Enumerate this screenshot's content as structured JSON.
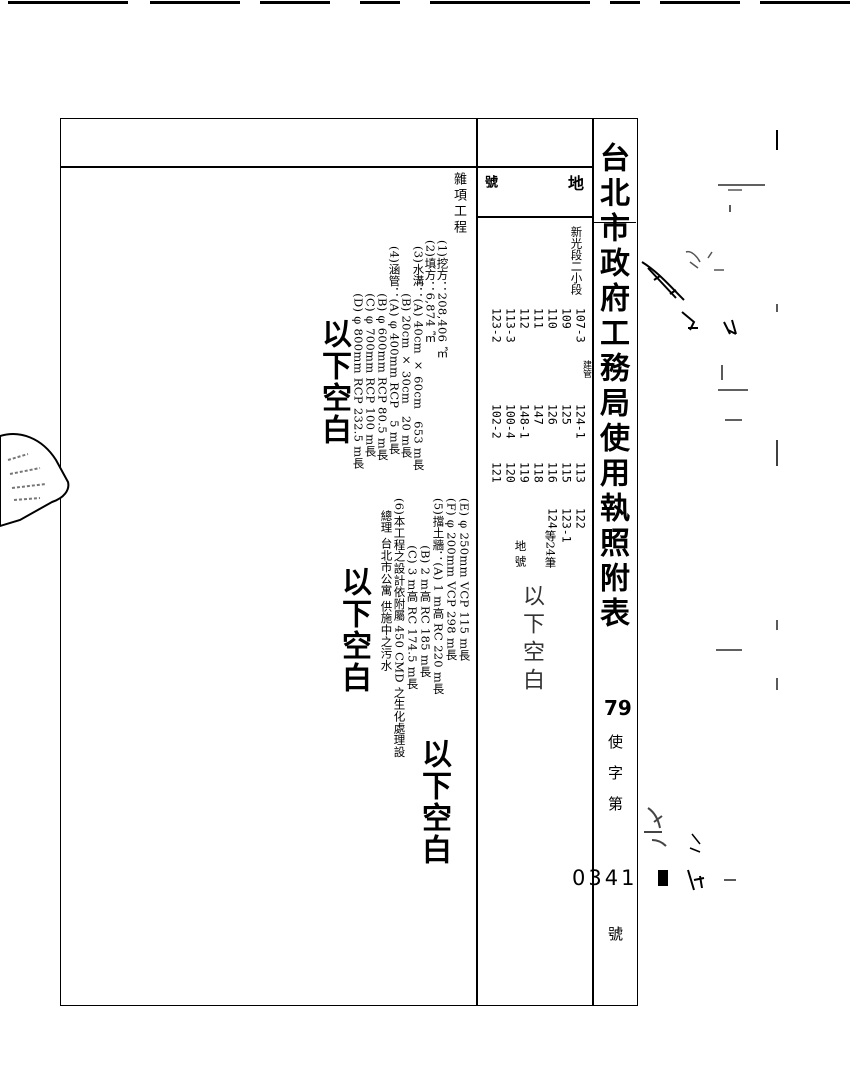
{
  "document": {
    "title": "台北市政府工務局使用執照附表",
    "title_subnote": "建管",
    "number": {
      "year": "79",
      "mid": "使字第",
      "value": "0341",
      "suffix": "號"
    }
  },
  "land": {
    "header": "地",
    "header_sub": "號",
    "section": "新光段二小段",
    "col1": [
      "107-3",
      "109",
      "110",
      "111",
      "112",
      "113-3",
      "123-2"
    ],
    "col2": [
      "124-1",
      "125",
      "126",
      "147",
      "148-1",
      "100-4",
      "102-2"
    ],
    "col3": [
      "113",
      "115",
      "116",
      "118",
      "119",
      "120",
      "121"
    ],
    "col4": [
      "122",
      "123-1",
      "124"
    ],
    "note1": "等24筆",
    "note2": "地  號",
    "handwritten": "以下空白"
  },
  "misc_works": {
    "label": "雜項工程",
    "items": [
      "(1)挖方：208,406 ㎥",
      "(2)填方：6,874 ㎥",
      "(3)水溝：(A) 40cm × 60cm　653 m長",
      "　　　　(B) 20cm × 30cm　20 m長",
      "(4)涵管：(A) φ 400mm RCP　5 m長",
      "　　　　(B) φ 600mm RCP 80.5 m長",
      "　　　　(C) φ 700mm RCP 100 m長",
      "　　　　(D) φ 800mm RCP 232.5 m長"
    ],
    "items_b": [
      "(E) φ 250mm VCP 115 m長",
      "(F) φ 200mm VCP 298 m長",
      "(5)擋土牆：(A) 1 m高 RC 220 m長",
      "　　　　(B) 2 m高 RC 185 m長",
      "　　　　(C) 3 m高 RC 174.5 m長",
      "(6)本工程之設計依附屬 450 CMD 之生化處理設",
      "　總理 台北市公寓 供施中之污水"
    ]
  },
  "stamps": {
    "blank": "以下空白"
  }
}
